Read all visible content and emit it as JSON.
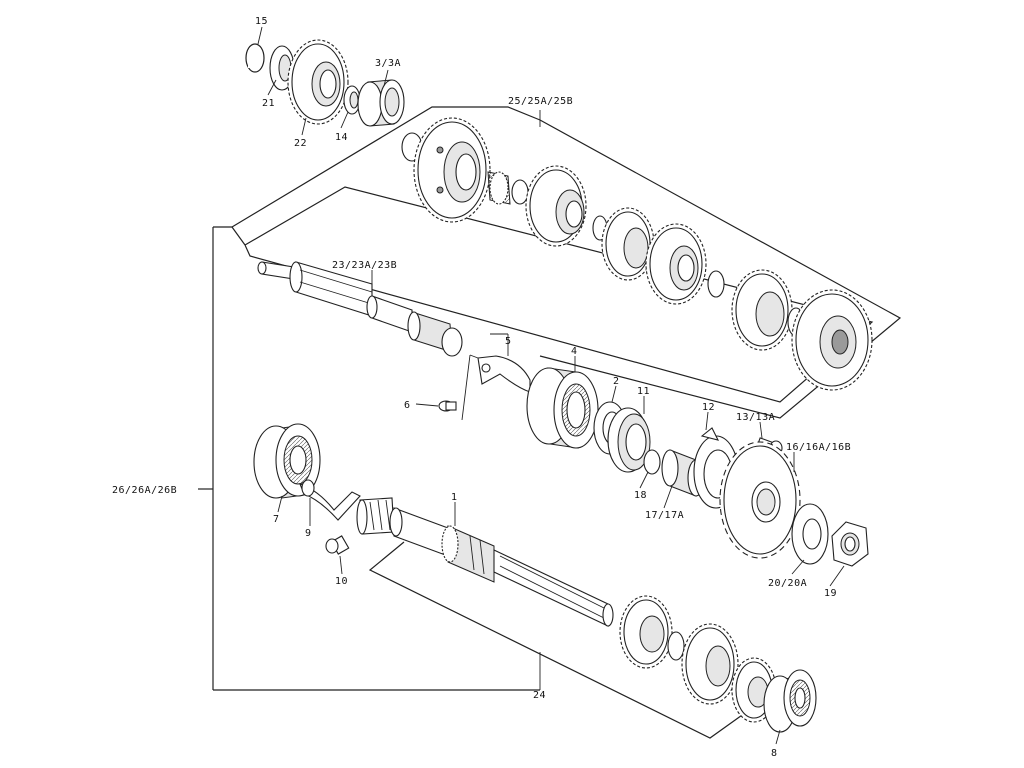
{
  "labels": {
    "p15": "15",
    "p21": "21",
    "p22": "22",
    "p14": "14",
    "p3": "3/3A",
    "p25": "25/25A/25B",
    "p23": "23/23A/23B",
    "p5": "5",
    "p4": "4",
    "p6": "6",
    "p2": "2",
    "p11": "11",
    "p12": "12",
    "p13": "13/13A",
    "p16": "16/16A/16B",
    "p18": "18",
    "p17": "17/17A",
    "p26": "26/26A/26B",
    "p7": "7",
    "p9": "9",
    "p10": "10",
    "p1": "1",
    "p20": "20/20A",
    "p19": "19",
    "p24": "24",
    "p8": "8"
  }
}
